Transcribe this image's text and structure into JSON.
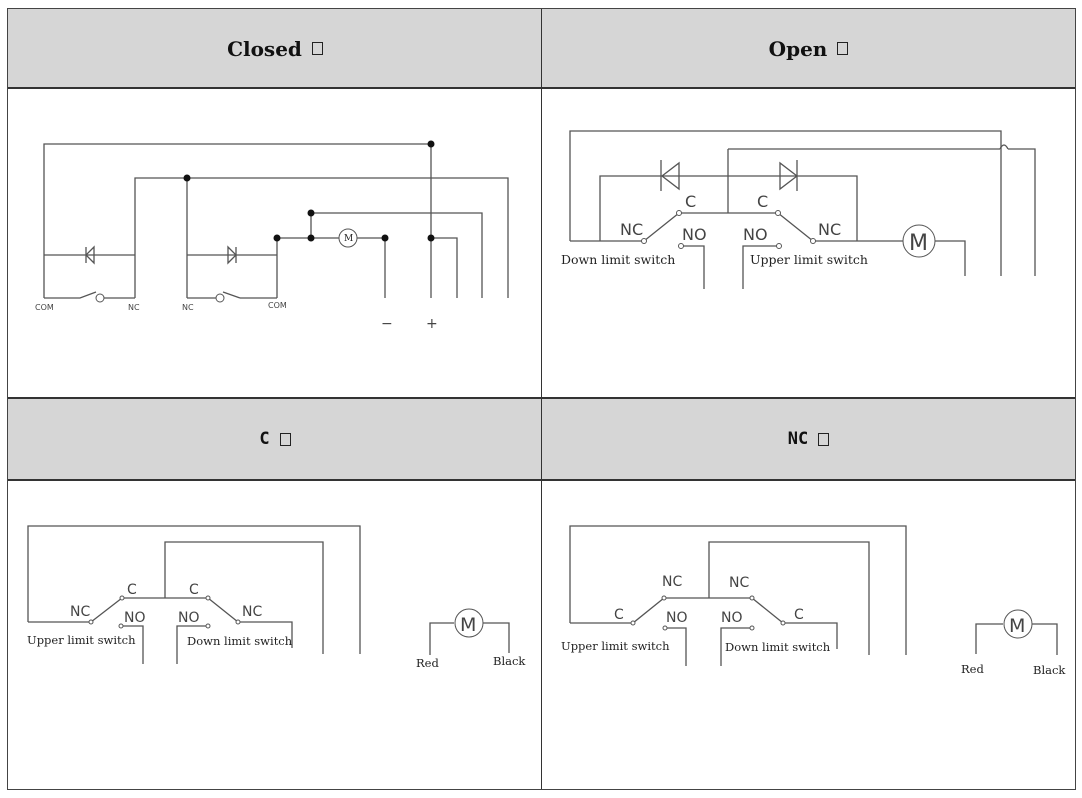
{
  "headers": {
    "closed": "Closed",
    "open": "Open",
    "c": "C",
    "nc": "NC"
  },
  "closed_diagram": {
    "labels": [
      "COM",
      "NC",
      "NC",
      "COM"
    ],
    "motor": "M",
    "minus": "−",
    "plus": "+"
  },
  "open_diagram": {
    "c_left": "C",
    "c_right": "C",
    "nc_left": "NC",
    "nc_right": "NC",
    "no_left": "NO",
    "no_right": "NO",
    "switch_left": "Down limit switch",
    "switch_right": "Upper limit switch",
    "motor": "M"
  },
  "c_diagram": {
    "nc_left": "NC",
    "c_left": "C",
    "no_left": "NO",
    "no_right": "NO",
    "c_right": "C",
    "nc_right": "NC",
    "switch_left": "Upper limit switch",
    "switch_right": "Down limit switch",
    "motor": "M",
    "red": "Red",
    "black": "Black"
  },
  "nc_diagram": {
    "c_left": "C",
    "nc_left": "NC",
    "no_left": "NO",
    "no_right": "NO",
    "nc_right": "NC",
    "c_right": "C",
    "switch_left": "Upper limit switch",
    "switch_right": "Down limit switch",
    "motor": "M",
    "red": "Red",
    "black": "Black"
  }
}
